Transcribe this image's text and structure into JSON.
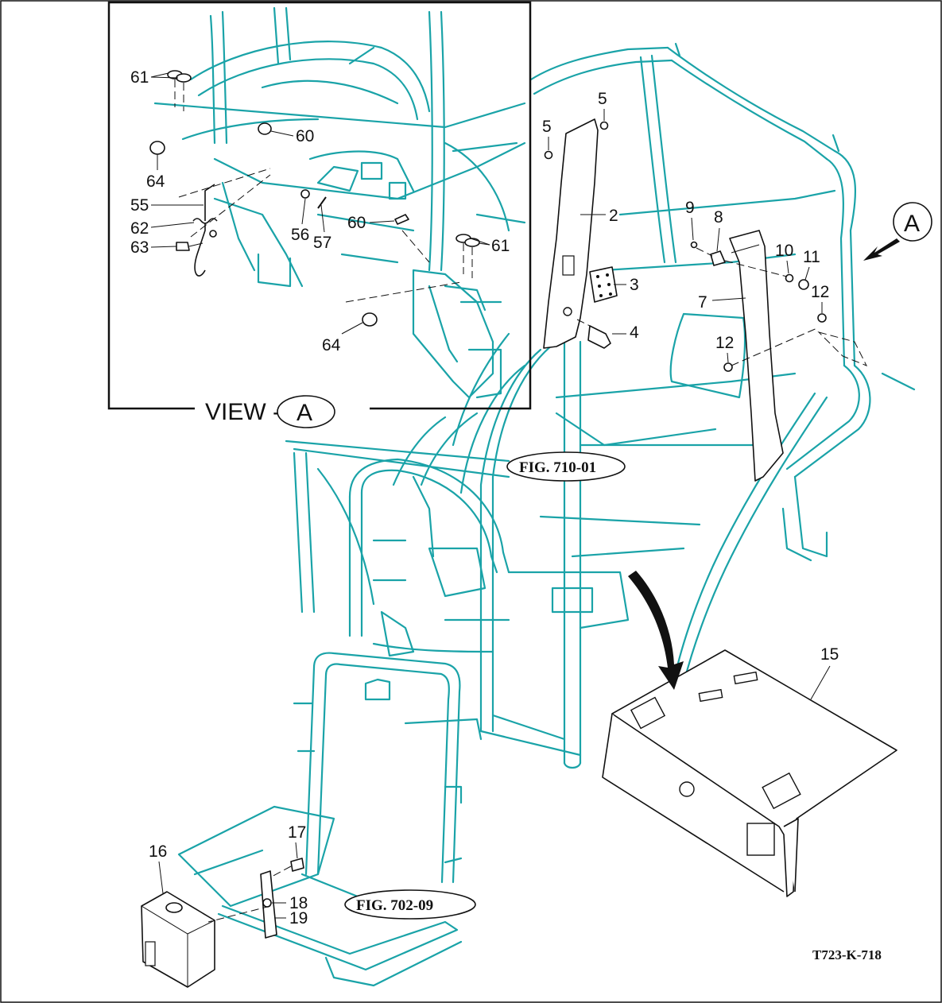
{
  "diagram": {
    "document_id": "T723-K-718",
    "view_label": "VIEW -",
    "view_letter": "A",
    "view_marker_letter": "A",
    "figure_refs": [
      "FIG. 710-01",
      "FIG. 702-09"
    ],
    "callouts": {
      "c2": "2",
      "c3": "3",
      "c4": "4",
      "c5a": "5",
      "c5b": "5",
      "c7": "7",
      "c8": "8",
      "c9": "9",
      "c10": "10",
      "c11": "11",
      "c12a": "12",
      "c12b": "12",
      "c15": "15",
      "c16": "16",
      "c17": "17",
      "c18": "18",
      "c19": "19",
      "c55": "55",
      "c56": "56",
      "c57": "57",
      "c60a": "60",
      "c60b": "60",
      "c61a": "61",
      "c61b": "61",
      "c62": "62",
      "c63": "63",
      "c64a": "64",
      "c64b": "64"
    },
    "colors": {
      "frame": "#1aa3a8",
      "parts": "#111111",
      "background": "#ffffff"
    }
  }
}
